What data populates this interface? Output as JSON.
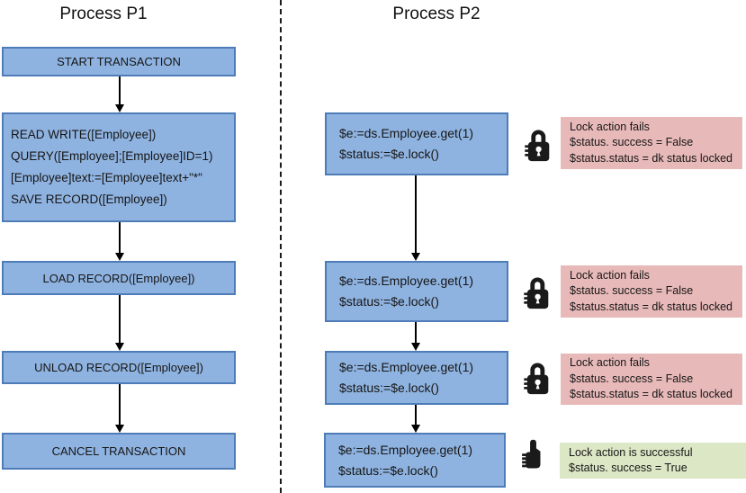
{
  "titles": {
    "p1": "Process P1",
    "p2": "Process P2"
  },
  "p1": {
    "box_start": "START TRANSACTION",
    "box_readwrite_lines": [
      "READ WRITE([Employee])",
      "QUERY([Employee];[Employee]ID=1)",
      "[Employee]text:=[Employee]text+\"*\"",
      "SAVE RECORD([Employee])"
    ],
    "box_load": "LOAD RECORD([Employee])",
    "box_unload": "UNLOAD RECORD([Employee])",
    "box_cancel": "CANCEL TRANSACTION"
  },
  "p2": {
    "steps": [
      {
        "code": [
          "$e:=ds.Employee.get(1)",
          "$status:=$e.lock()"
        ],
        "icon": "lock-icon",
        "note_type": "fail",
        "note_lines": [
          "Lock action fails",
          "$status. success = False",
          "$status.status = dk status locked"
        ]
      },
      {
        "code": [
          "$e:=ds.Employee.get(1)",
          "$status:=$e.lock()"
        ],
        "icon": "lock-icon",
        "note_type": "fail",
        "note_lines": [
          "Lock action fails",
          "$status. success = False",
          "$status.status = dk status locked"
        ]
      },
      {
        "code": [
          "$e:=ds.Employee.get(1)",
          "$status:=$e.lock()"
        ],
        "icon": "lock-icon",
        "note_type": "fail",
        "note_lines": [
          "Lock action fails",
          "$status. success = False",
          "$status.status = dk status locked"
        ]
      },
      {
        "code": [
          "$e:=ds.Employee.get(1)",
          "$status:=$e.lock()"
        ],
        "icon": "thumbs-up-icon",
        "note_type": "success",
        "note_lines": [
          "Lock action is successful",
          "$status. success = True"
        ]
      }
    ]
  },
  "colors": {
    "box_fill": "#8fb3e0",
    "box_border": "#4e7cb8",
    "note_fail": "#e8b9b9",
    "note_success": "#dce7c5",
    "ink": "#1f1f1f"
  }
}
